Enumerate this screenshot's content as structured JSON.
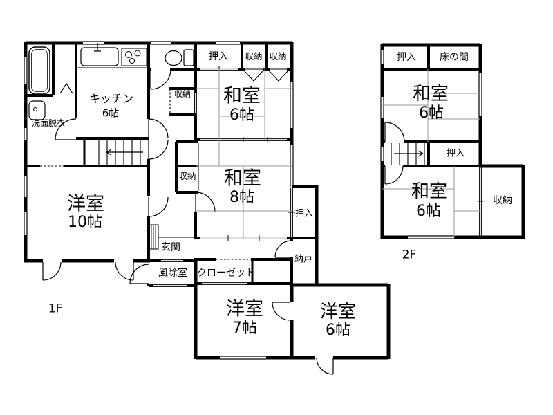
{
  "floor1": {
    "floor_label": "1F",
    "rooms": {
      "washroom": {
        "label": "洗面脱衣"
      },
      "kitchen": {
        "label": "キッチン",
        "size": "6帖"
      },
      "hall_storage": {
        "label": "収納"
      },
      "oshiire_n": {
        "label": "押入"
      },
      "storage_n1": {
        "label": "収納"
      },
      "storage_n2": {
        "label": "収納"
      },
      "washitsu6": {
        "label": "和室",
        "size": "6帖"
      },
      "washitsu8": {
        "label": "和室",
        "size": "8帖"
      },
      "storage_w": {
        "label": "収納"
      },
      "oshiire_e": {
        "label": "押入"
      },
      "genkan": {
        "label": "玄関"
      },
      "fujo": {
        "label": "風除室"
      },
      "closet": {
        "label": "クローゼット"
      },
      "nando": {
        "label": "納戸"
      },
      "yoshitsu10": {
        "label": "洋室",
        "size": "10帖"
      },
      "yoshitsu7": {
        "label": "洋室",
        "size": "7帖"
      },
      "yoshitsu6": {
        "label": "洋室",
        "size": "6帖"
      }
    }
  },
  "floor2": {
    "floor_label": "2F",
    "rooms": {
      "oshiire_n": {
        "label": "押入"
      },
      "tokonoma": {
        "label": "床の間"
      },
      "washitsu6_n": {
        "label": "和室",
        "size": "6帖"
      },
      "oshiire_m": {
        "label": "押入"
      },
      "washitsu6_s": {
        "label": "和室",
        "size": "6帖"
      },
      "storage": {
        "label": "収納"
      }
    }
  },
  "colors": {
    "wall": "#000000",
    "tatami_line": "#9a9a9a",
    "background": "#ffffff"
  }
}
